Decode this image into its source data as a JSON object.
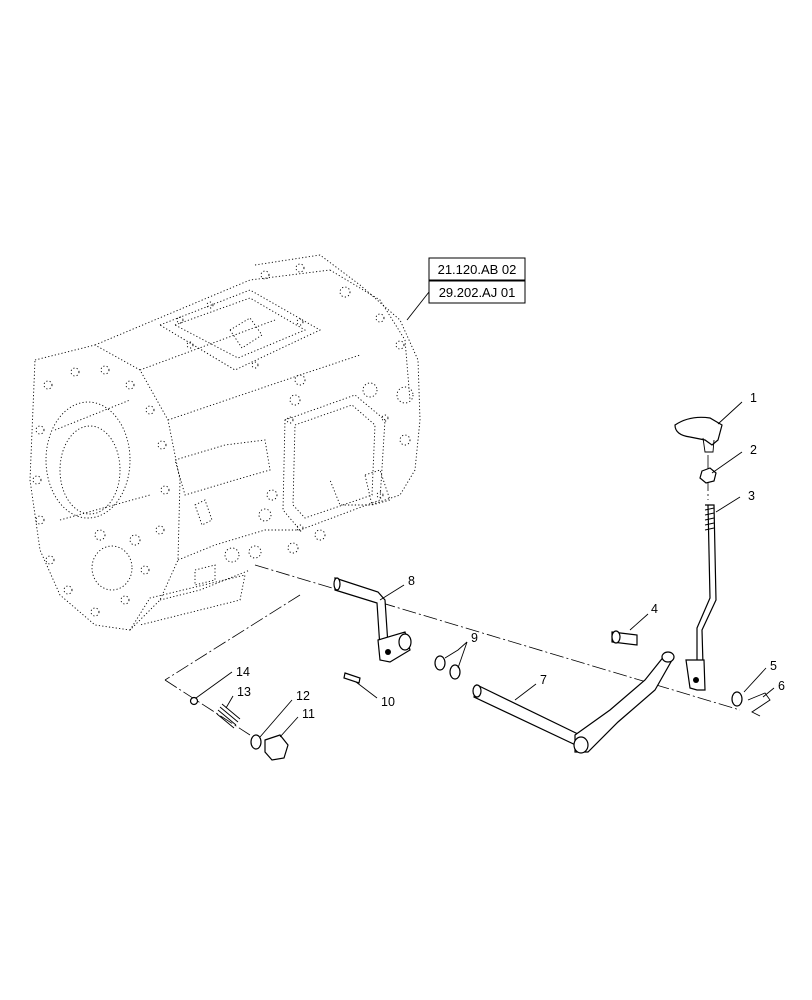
{
  "reference_boxes": [
    "21.120.AB 02",
    "29.202.AJ 01"
  ],
  "callouts": [
    "1",
    "2",
    "3",
    "4",
    "5",
    "6",
    "7",
    "8",
    "9",
    "10",
    "11",
    "12",
    "13",
    "14"
  ]
}
